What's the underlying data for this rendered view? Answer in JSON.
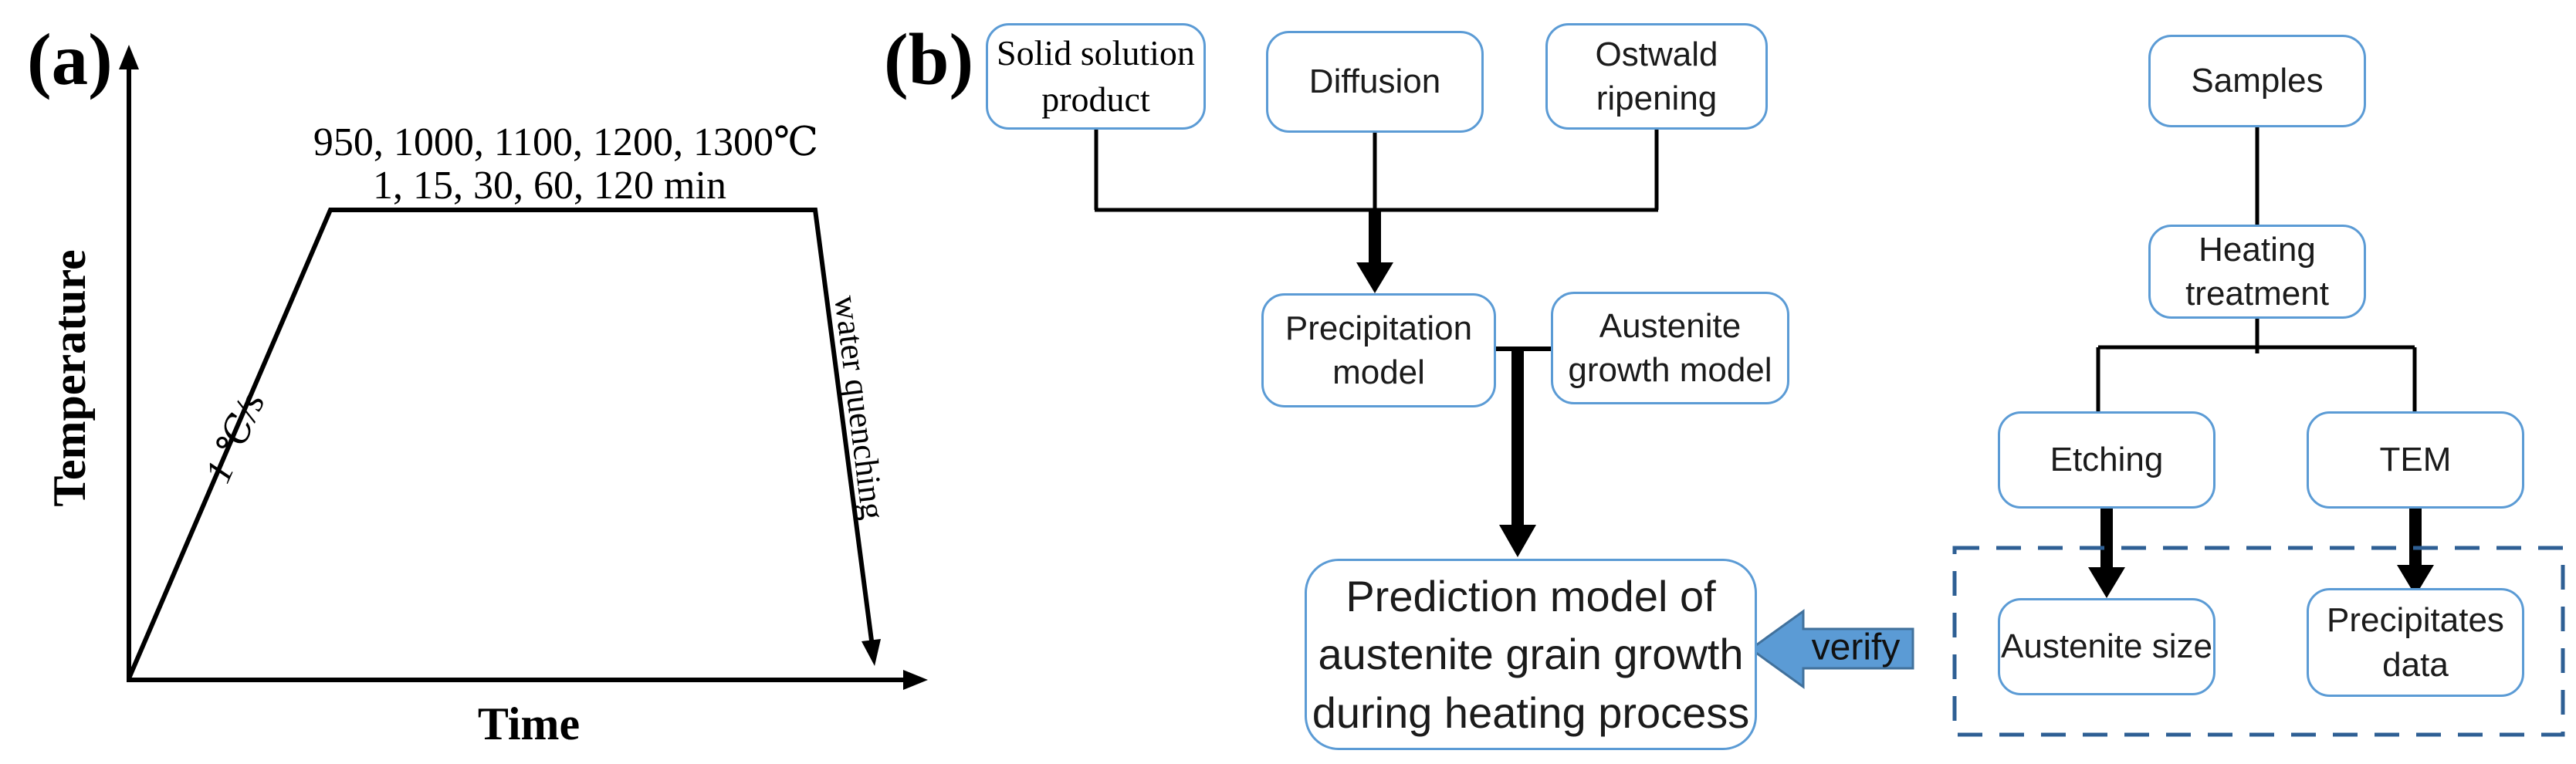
{
  "panel_a": {
    "label": "(a)",
    "y_axis_label": "Temperature",
    "x_axis_label": "Time",
    "plateau_temps": "950, 1000, 1100, 1200, 1300℃",
    "plateau_times": "1, 15, 30, 60, 120 min",
    "heating_rate": "1 ℃/s",
    "quench_label": "water quenching"
  },
  "panel_b": {
    "label": "(b)",
    "verify_label": "verify",
    "boxes": {
      "solid_solution": {
        "lines": [
          "Solid solution",
          "product"
        ]
      },
      "diffusion": {
        "lines": [
          "Diffusion"
        ]
      },
      "ostwald": {
        "lines": [
          "Ostwald",
          "ripening"
        ]
      },
      "precipitation": {
        "lines": [
          "Precipitation",
          "model"
        ]
      },
      "austenite_growth": {
        "lines": [
          "Austenite",
          "growth model"
        ]
      },
      "prediction": {
        "lines": [
          "Prediction model of",
          "austenite grain growth",
          "during heating process"
        ]
      },
      "samples": {
        "lines": [
          "Samples"
        ]
      },
      "heating_treatment": {
        "lines": [
          "Heating",
          "treatment"
        ]
      },
      "etching": {
        "lines": [
          "Etching"
        ]
      },
      "tem": {
        "lines": [
          "TEM"
        ]
      },
      "austenite_size": {
        "lines": [
          "Austenite size"
        ]
      },
      "precipitates_data": {
        "lines": [
          "Precipitates",
          "data"
        ]
      }
    }
  },
  "colors": {
    "box_border": "#5b9bd5",
    "box_text": "#1b1b1b",
    "dashed_border": "#2e5f94",
    "verify_fill": "#5b9bd5",
    "verify_stroke": "#41719c",
    "diagram_line": "#000000"
  }
}
